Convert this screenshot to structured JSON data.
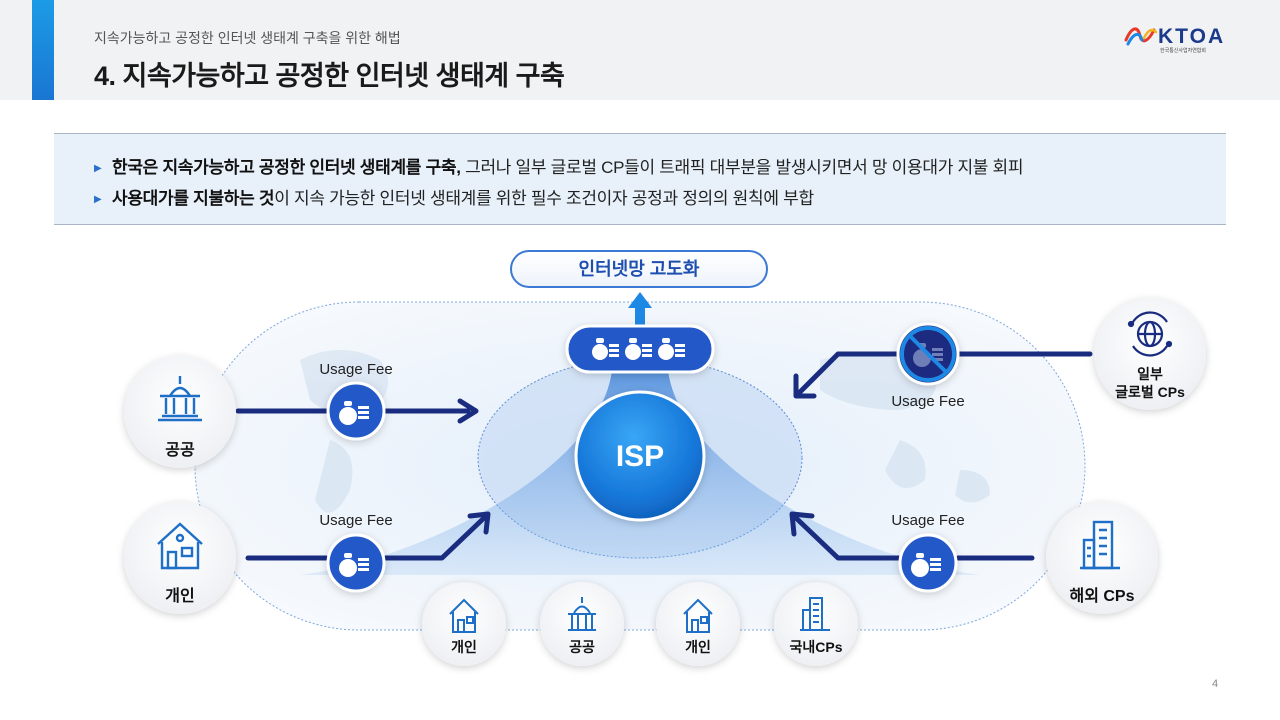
{
  "header": {
    "subtitle": "지속가능하고 공정한 인터넷 생태계 구축을 위한 해법",
    "title": "4. 지속가능하고 공정한 인터넷 생태계 구축",
    "logo_text": "KTOA",
    "logo_sub": "한국통신사업자연합회"
  },
  "summary": {
    "bullets": [
      {
        "bold": "한국은 지속가능하고 공정한 인터넷 생태계를 구축,",
        "text": " 그러나 일부 글로벌 CP들이 트래픽 대부분을 발생시키면서 망 이용대가 지불 회피"
      },
      {
        "bold": "사용대가를 지불하는 것",
        "text": "이 지속 가능한 인터넷 생태계를 위한 필수 조건이자 공정과 정의의 원칙에 부합"
      }
    ]
  },
  "diagram": {
    "top_box": "인터넷망 고도화",
    "isp": "ISP",
    "usage_fee": "Usage Fee",
    "nodes": {
      "public": "공공",
      "individual": "개인",
      "global_cps_line1": "일부",
      "global_cps_line2": "글로벌 CPs",
      "overseas_cps": "해외 CPs"
    },
    "bottom_nodes": [
      "개인",
      "공공",
      "개인",
      "국내CPs"
    ]
  },
  "colors": {
    "accent": "#1c9be6",
    "navy": "#1a2c80",
    "fee_icon": "#2458c8",
    "isp": "#1e88e5",
    "icon_blue": "#1e6fc8"
  },
  "page": {
    "number": "4"
  }
}
